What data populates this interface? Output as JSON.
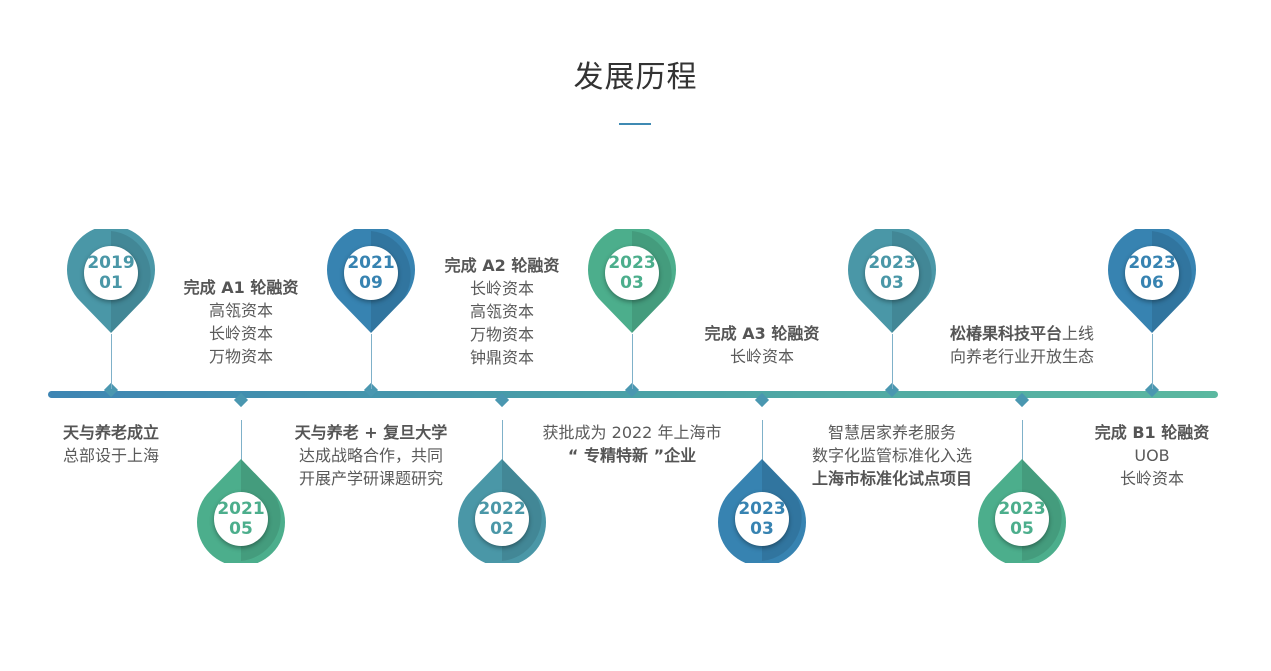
{
  "title": "发展历程",
  "colors": {
    "blue": "#3783b1",
    "teal": "#4a97a7",
    "green": "#4cae8c"
  },
  "milestones": [
    {
      "year": "2019",
      "month": "01",
      "position": "top",
      "color": "teal",
      "lines": [
        {
          "bold": "天与养老成立",
          "rest": ""
        },
        {
          "bold": "",
          "rest": "总部设于上海"
        }
      ]
    },
    {
      "year": "2021",
      "month": "05",
      "position": "bottom",
      "color": "green",
      "lines": [
        {
          "bold": "完成 A1 轮融资",
          "rest": ""
        },
        {
          "bold": "",
          "rest": "高瓴资本"
        },
        {
          "bold": "",
          "rest": "长岭资本"
        },
        {
          "bold": "",
          "rest": "万物资本"
        }
      ]
    },
    {
      "year": "2021",
      "month": "09",
      "position": "top",
      "color": "blue",
      "lines": [
        {
          "bold": "天与养老 + 复旦大学",
          "rest": ""
        },
        {
          "bold": "",
          "rest": "达成战略合作，共同"
        },
        {
          "bold": "",
          "rest": "开展产学研课题研究"
        }
      ]
    },
    {
      "year": "2022",
      "month": "02",
      "position": "bottom",
      "color": "teal",
      "lines": [
        {
          "bold": "完成 A2 轮融资",
          "rest": ""
        },
        {
          "bold": "",
          "rest": "长岭资本"
        },
        {
          "bold": "",
          "rest": "高瓴资本"
        },
        {
          "bold": "",
          "rest": "万物资本"
        },
        {
          "bold": "",
          "rest": "钟鼎资本"
        }
      ]
    },
    {
      "year": "2023",
      "month": "03",
      "position": "top",
      "color": "green",
      "lines": [
        {
          "bold": "",
          "rest": "获批成为 2022 年上海市"
        },
        {
          "bold": "“ 专精特新 ”企业",
          "rest": ""
        }
      ]
    },
    {
      "year": "2023",
      "month": "03",
      "position": "bottom",
      "color": "blue",
      "lines": [
        {
          "bold": "完成 A3 轮融资",
          "rest": ""
        },
        {
          "bold": "",
          "rest": "长岭资本"
        }
      ]
    },
    {
      "year": "2023",
      "month": "03",
      "position": "top",
      "color": "teal",
      "lines": [
        {
          "bold": "",
          "rest": "智慧居家养老服务"
        },
        {
          "bold": "",
          "rest": "数字化监管标准化入选"
        },
        {
          "bold": "上海市标准化试点项目",
          "rest": ""
        }
      ]
    },
    {
      "year": "2023",
      "month": "05",
      "position": "bottom",
      "color": "green",
      "lines": [
        {
          "bold": "松椿果科技平台",
          "rest": "上线"
        },
        {
          "bold": "",
          "rest": "向养老行业开放生态"
        }
      ]
    },
    {
      "year": "2023",
      "month": "06",
      "position": "top",
      "color": "blue",
      "lines": [
        {
          "bold": "完成 B1 轮融资",
          "rest": ""
        },
        {
          "bold": "",
          "rest": "UOB"
        },
        {
          "bold": "",
          "rest": "长岭资本"
        }
      ]
    }
  ]
}
